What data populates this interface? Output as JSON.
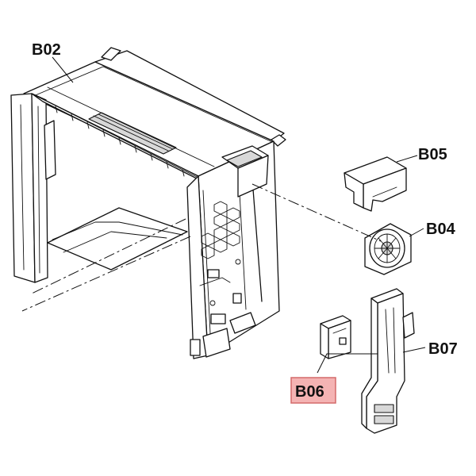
{
  "diagram": {
    "labels": {
      "b02": "B02",
      "b04": "B04",
      "b05": "B05",
      "b06": "B06",
      "b07": "B07"
    },
    "highlight": {
      "label": "b06",
      "fill": "#f4b3b3",
      "border": "#d46a6a"
    },
    "colors": {
      "line": "#111111",
      "background": "#ffffff"
    }
  }
}
